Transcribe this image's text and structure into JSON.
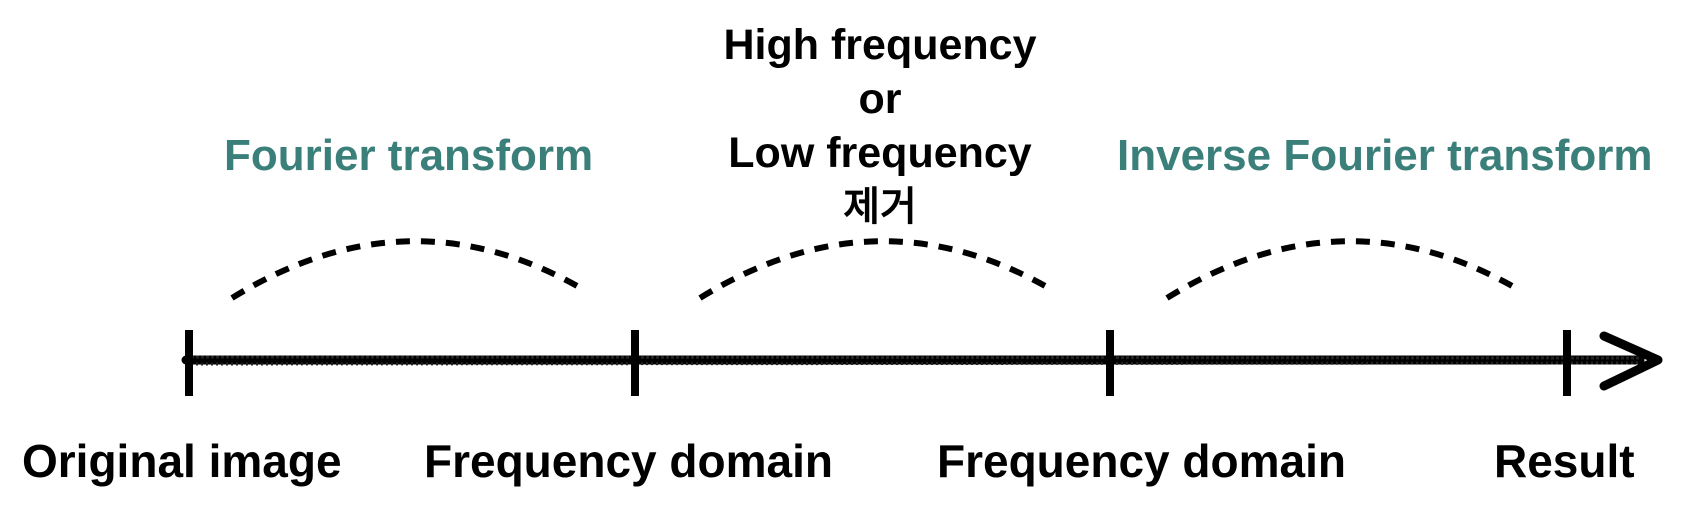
{
  "colors": {
    "axis": "#000000",
    "operation_text": "#3b7f7b",
    "step_text": "#000000"
  },
  "steps": [
    {
      "label": "Original image"
    },
    {
      "label": "Frequency domain"
    },
    {
      "label": "Frequency domain"
    },
    {
      "label": "Result"
    }
  ],
  "operations": {
    "fourier": "Fourier transform",
    "filter": {
      "line1": "High frequency",
      "line2": "or",
      "line3": "Low frequency",
      "line4": "제거"
    },
    "inverse": "Inverse Fourier transform"
  }
}
